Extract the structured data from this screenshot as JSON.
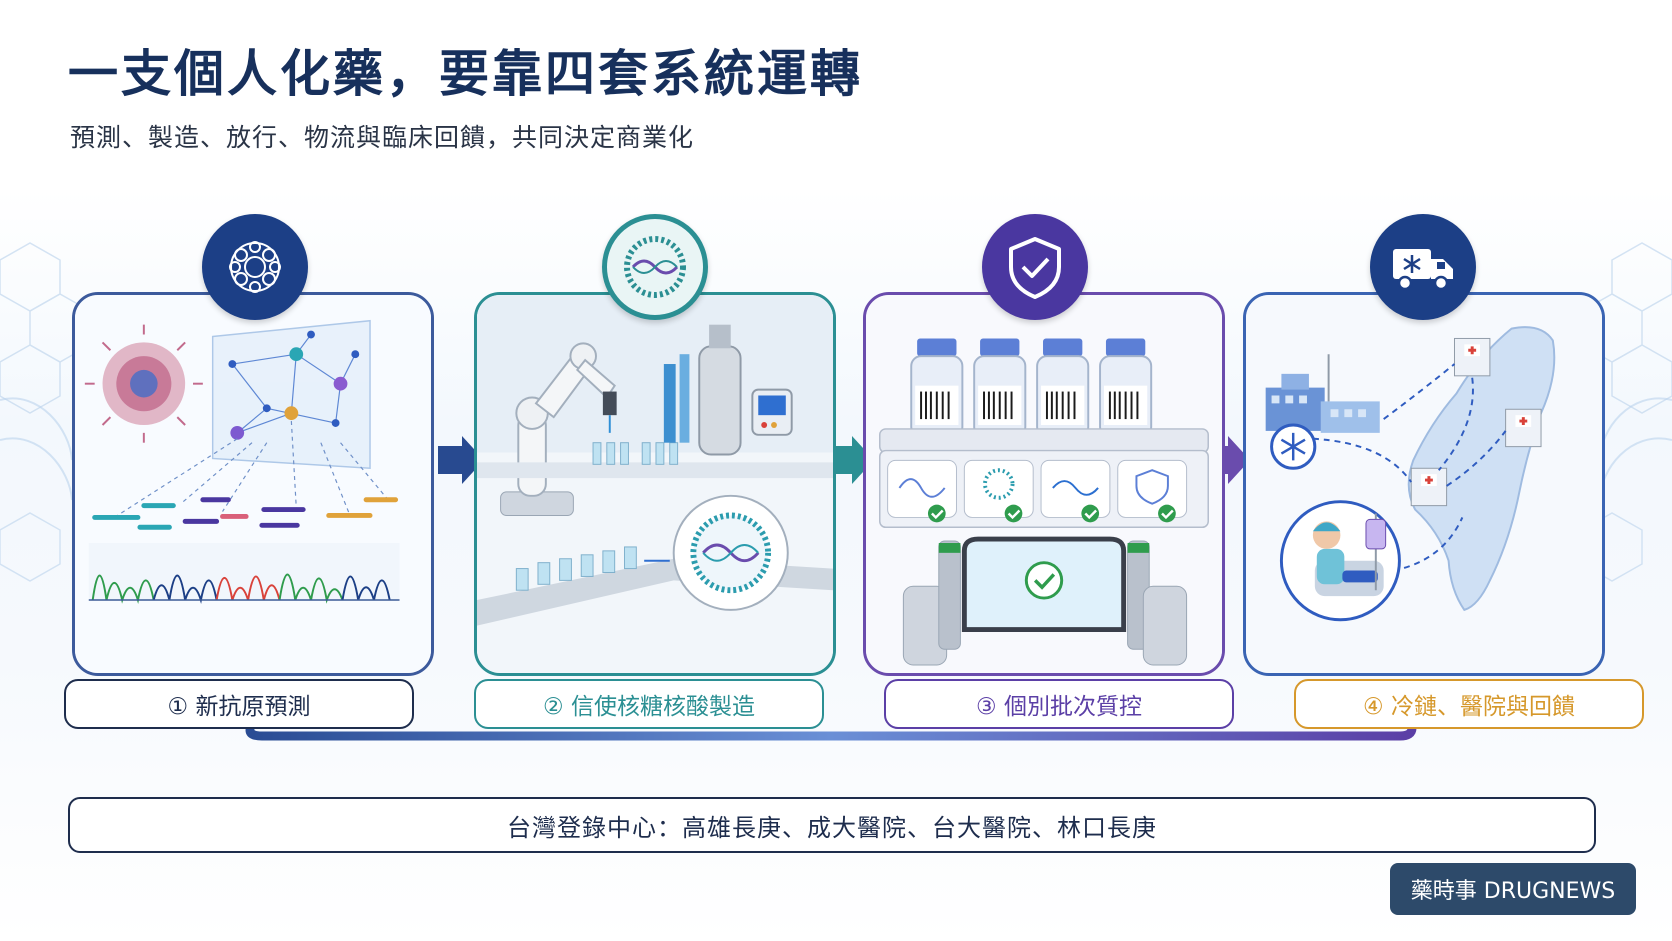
{
  "header": {
    "title": "一支個人化藥，要靠四套系統運轉",
    "subtitle": "預測、製造、放行、物流與臨床回饋，共同決定商業化"
  },
  "steps": [
    {
      "label": "① 新抗原預測",
      "color": "#1e2d4d",
      "icon": "cell-cluster-icon"
    },
    {
      "label": "② 信使核糖核酸製造",
      "color": "#2b8f93",
      "icon": "lipid-nanoparticle-icon"
    },
    {
      "label": "③ 個別批次質控",
      "color": "#5b3fa6",
      "icon": "shield-check-icon"
    },
    {
      "label": "④ 冷鏈、醫院與回饋",
      "color": "#d6982b",
      "icon": "refrigerated-truck-icon"
    }
  ],
  "footer": {
    "registry": "台灣登錄中心：高雄長庚、成大醫院、台大醫院、林口長庚"
  },
  "brand": {
    "text": "藥時事 DRUGNEWS"
  },
  "colors": {
    "primary": "#17305c",
    "teal": "#2b8f93",
    "purple": "#5b3fa6",
    "gold": "#d6982b",
    "brand_bg": "#2d4a6a"
  }
}
